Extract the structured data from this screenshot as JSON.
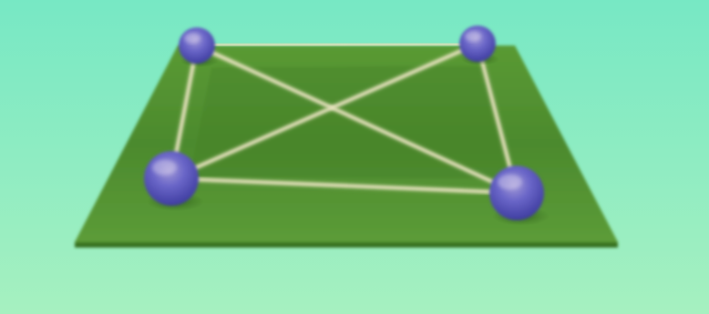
{
  "scene": {
    "board": {
      "color": "#4e8d2f"
    },
    "nodes": [
      {
        "id": "back-left",
        "label": "",
        "color": "#6a66c8"
      },
      {
        "id": "back-right",
        "label": "",
        "color": "#6a66c8"
      },
      {
        "id": "front-left",
        "label": "",
        "color": "#6a66c8"
      },
      {
        "id": "front-right",
        "label": "",
        "color": "#6a66c8"
      }
    ],
    "edges": [
      {
        "from": "back-left",
        "to": "back-right"
      },
      {
        "from": "back-left",
        "to": "front-left"
      },
      {
        "from": "back-right",
        "to": "front-right"
      },
      {
        "from": "front-left",
        "to": "front-right"
      },
      {
        "from": "back-left",
        "to": "front-right"
      },
      {
        "from": "back-right",
        "to": "front-left"
      }
    ],
    "background": {
      "top": "#77e8c4",
      "bottom": "#a6f0c0"
    },
    "edge_color": "#e8e3c0"
  }
}
